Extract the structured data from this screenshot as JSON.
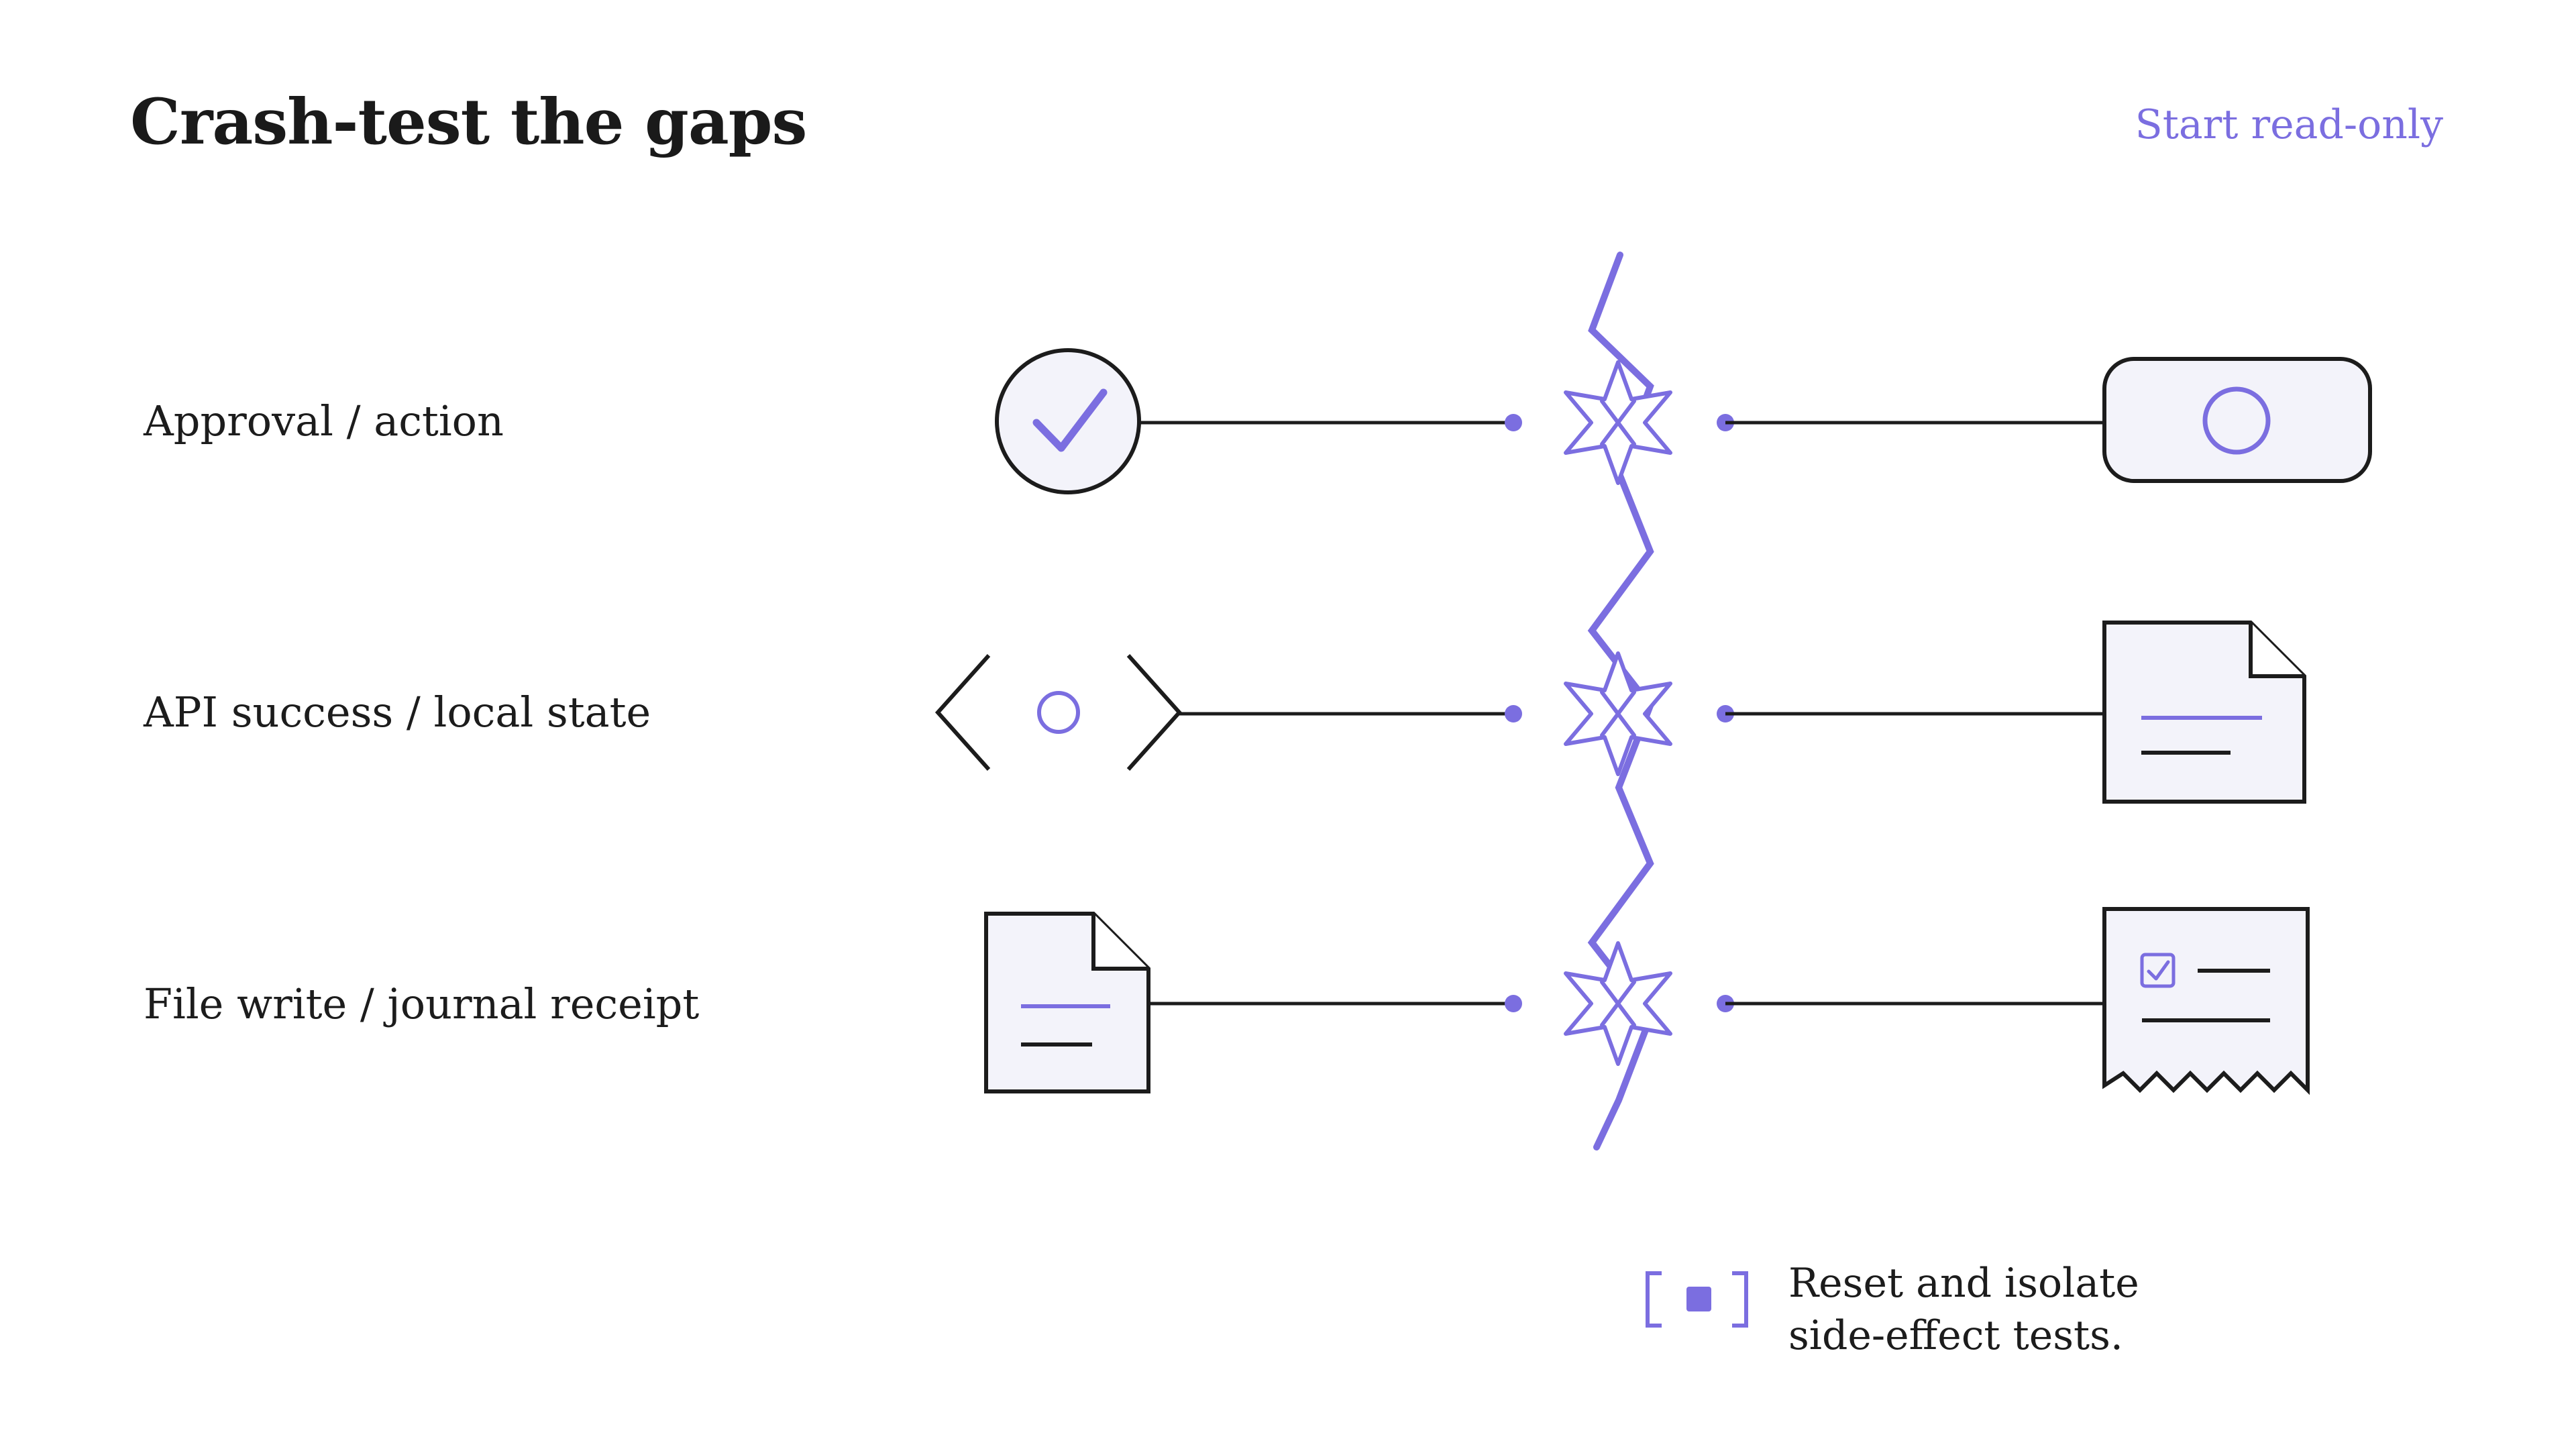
{
  "header": {
    "title": "Crash-test the gaps",
    "action_label": "Start read-only"
  },
  "rows": [
    {
      "label": "Approval / action",
      "left_icon": "check-circle-icon",
      "right_icon": "toggle-switch-icon"
    },
    {
      "label": "API success / local state",
      "left_icon": "code-brackets-icon",
      "right_icon": "document-icon"
    },
    {
      "label": "File write / journal receipt",
      "left_icon": "document-icon",
      "right_icon": "receipt-icon"
    }
  ],
  "divider_icon": "crash-burst-icon",
  "note": {
    "icon": "isolate-brackets-icon",
    "lines": [
      "Reset and isolate",
      "side-effect tests."
    ]
  },
  "colors": {
    "accent": "#7b6ee0",
    "ink": "#1c1c1c",
    "icon_fill": "#f3f3fa",
    "background": "#ffffff"
  }
}
